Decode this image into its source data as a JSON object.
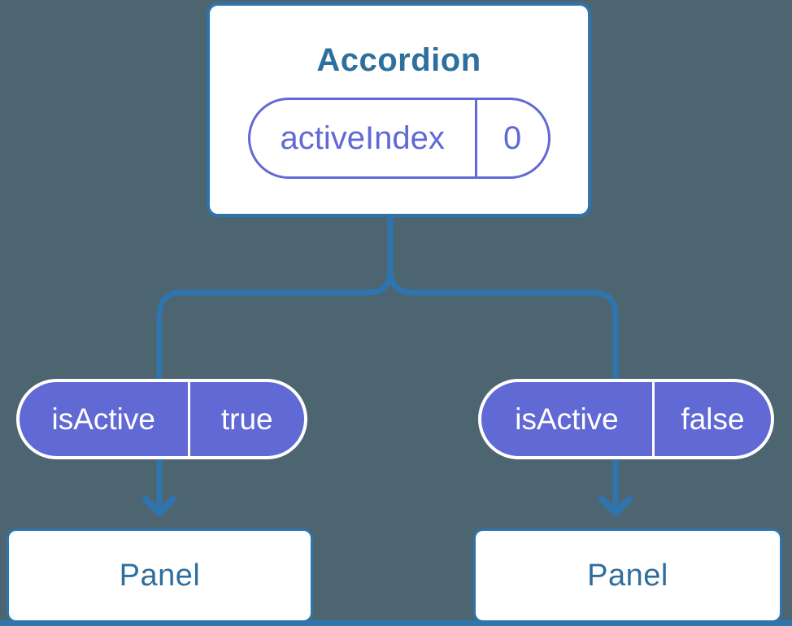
{
  "tree": {
    "root": {
      "title": "Accordion",
      "state": {
        "name": "activeIndex",
        "value": "0"
      }
    },
    "children": [
      {
        "prop": {
          "name": "isActive",
          "value": "true"
        },
        "component": "Panel"
      },
      {
        "prop": {
          "name": "isActive",
          "value": "false"
        },
        "component": "Panel"
      }
    ]
  },
  "colors": {
    "background": "#4D6571",
    "connector_blue": "#2E75AE",
    "component_text_blue": "#2F6F9E",
    "prop_purple": "#6169D4",
    "card_fill": "#FFFFFF"
  }
}
